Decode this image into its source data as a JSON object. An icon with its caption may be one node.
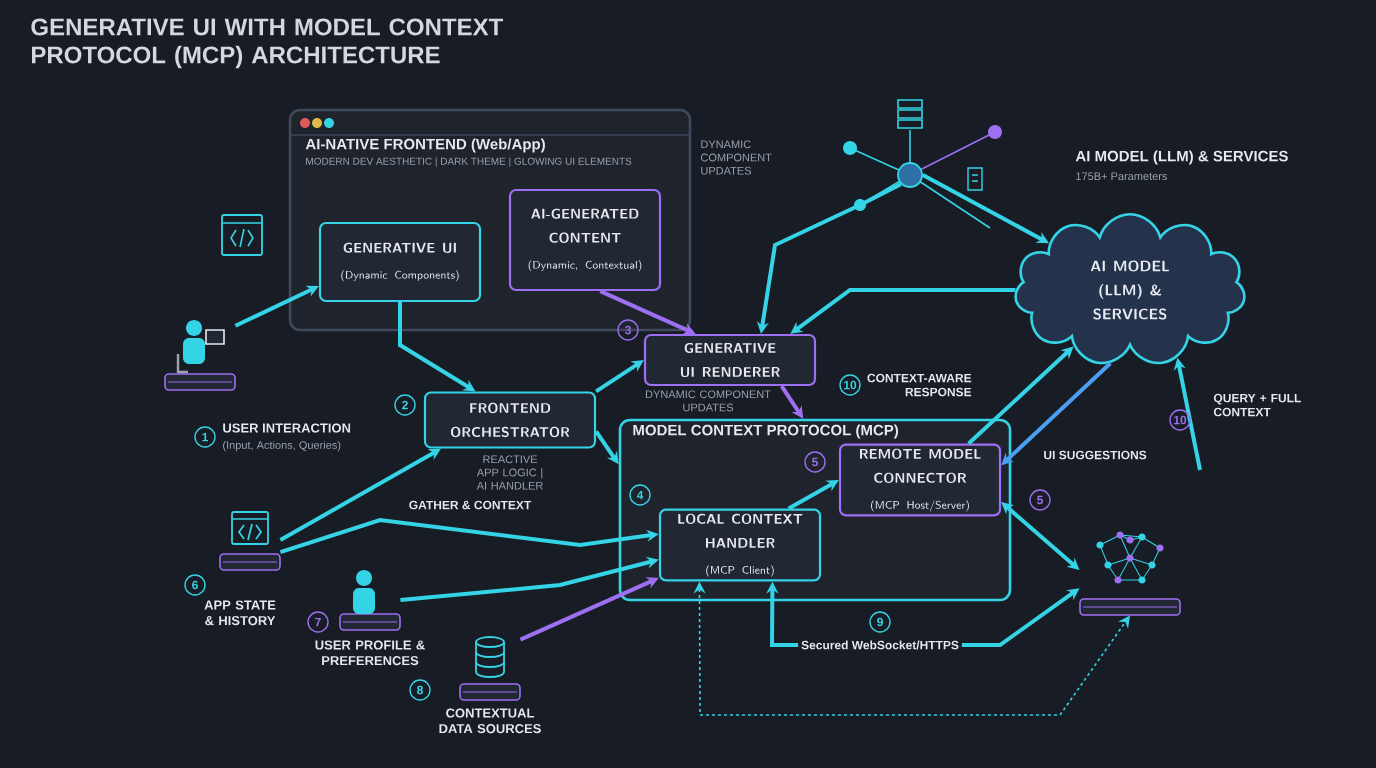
{
  "diagram": {
    "title": "GENERATIVE UI WITH MODEL CONTEXT PROTOCOL (MCP) ARCHITECTURE",
    "nodes": [
      {
        "text": [
          "AI-NATIVE FRONTEND (Web/App)",
          "MODERN DEV AESTHETIC | DARK THEME | GLOWING UI ELEMENTS"
        ]
      },
      {
        "text": [
          "GENERATIVE UI",
          "(Dynamic Components)"
        ],
        "in": 0
      },
      {
        "text": [
          "AI-GENERATED CONTENT",
          "(Dynamic, Contextual)"
        ],
        "in": 0
      },
      {
        "text": [],
        "shape": "person",
        "beside": [
          "1",
          "USER INTERACTION",
          "(Input, Actions, Queries)"
        ]
      },
      {
        "text": [
          "FRONTEND ORCHESTRATOR"
        ],
        "beside": [
          "2",
          "REACTIVE APP LOGIC | AI HANDLER"
        ]
      },
      {
        "text": [
          "GENERATIVE UI RENDERER"
        ],
        "beside": [
          "3",
          "DYNAMIC COMPONENT UPDATES"
        ]
      },
      {
        "text": [
          "MODEL CONTEXT PROTOCOL (MCP)"
        ]
      },
      {
        "text": [
          "LOCAL CONTEXT HANDLER",
          "(MCP Client)"
        ],
        "in": 6,
        "beside": [
          "4"
        ]
      },
      {
        "text": [
          "REMOTE MODEL CONNECTOR",
          "(MCP Host/Server)"
        ],
        "in": 6,
        "beside": [
          "5"
        ]
      },
      {
        "text": [],
        "shape": "box",
        "beside": [
          "6",
          "APP STATE & HISTORY"
        ]
      },
      {
        "text": [],
        "shape": "person",
        "beside": [
          "7",
          "USER PROFILE & PREFERENCES"
        ]
      },
      {
        "text": [],
        "shape": "cylinder",
        "beside": [
          "8",
          "CONTEXTUAL DATA SOURCES"
        ]
      },
      {
        "text": [
          "AI MODEL (LLM) & SERVICES"
        ],
        "beside": [
          "AI MODEL (LLM) & SERVICES",
          "175B+ Parameters"
        ]
      },
      {
        "text": [],
        "shape": "picture"
      },
      {
        "text": [],
        "shape": "circle"
      }
    ],
    "edges": [
      {
        "from": 3,
        "to": 1,
        "arrow": "to"
      },
      {
        "from": 1,
        "to": 4,
        "arrow": "to"
      },
      {
        "from": 2,
        "to": 5,
        "arrow": "to",
        "color": "#9d6ff2"
      },
      {
        "from": 4,
        "to": 5,
        "arrow": "to"
      },
      {
        "from": 5,
        "to": 6,
        "arrow": "to",
        "color": "#9d6ff2"
      },
      {
        "from": 4,
        "to": 6,
        "arrow": "to"
      },
      {
        "from": 9,
        "to": 4,
        "arrow": "to"
      },
      {
        "from": 9,
        "to": 7,
        "arrow": "to",
        "label": "GATHER & CONTEXT"
      },
      {
        "from": 10,
        "to": 7,
        "arrow": "to"
      },
      {
        "from": 11,
        "to": 7,
        "arrow": "to",
        "color": "#9d6ff2"
      },
      {
        "from": 7,
        "to": 8,
        "arrow": "to"
      },
      {
        "from": 8,
        "to": 12,
        "arrow": "to",
        "label": "CONTEXT-AWARE RESPONSE"
      },
      {
        "from": 12,
        "to": 8,
        "arrow": "to",
        "label": "UI SUGGESTIONS",
        "color": "#4a9ff0"
      },
      {
        "from": null,
        "to": 12,
        "arrow": "to",
        "label": "QUERY + FULL CONTEXT"
      },
      {
        "from": 8,
        "to": 13,
        "arrow": "both"
      },
      {
        "from": 7,
        "to": 13,
        "arrow": "both",
        "label": "Secured WebSocket/HTTPS"
      },
      {
        "from": 7,
        "to": 13,
        "arrow": "both",
        "style": "dashed"
      },
      {
        "from": 12,
        "to": 5,
        "arrow": "to"
      },
      {
        "from": 14,
        "to": 12,
        "arrow": "to"
      },
      {
        "from": 14,
        "to": 5,
        "arrow": "to"
      }
    ],
    "labels": [
      "DYNAMIC COMPONENT UPDATES",
      "5",
      "9",
      "10",
      "10"
    ]
  }
}
